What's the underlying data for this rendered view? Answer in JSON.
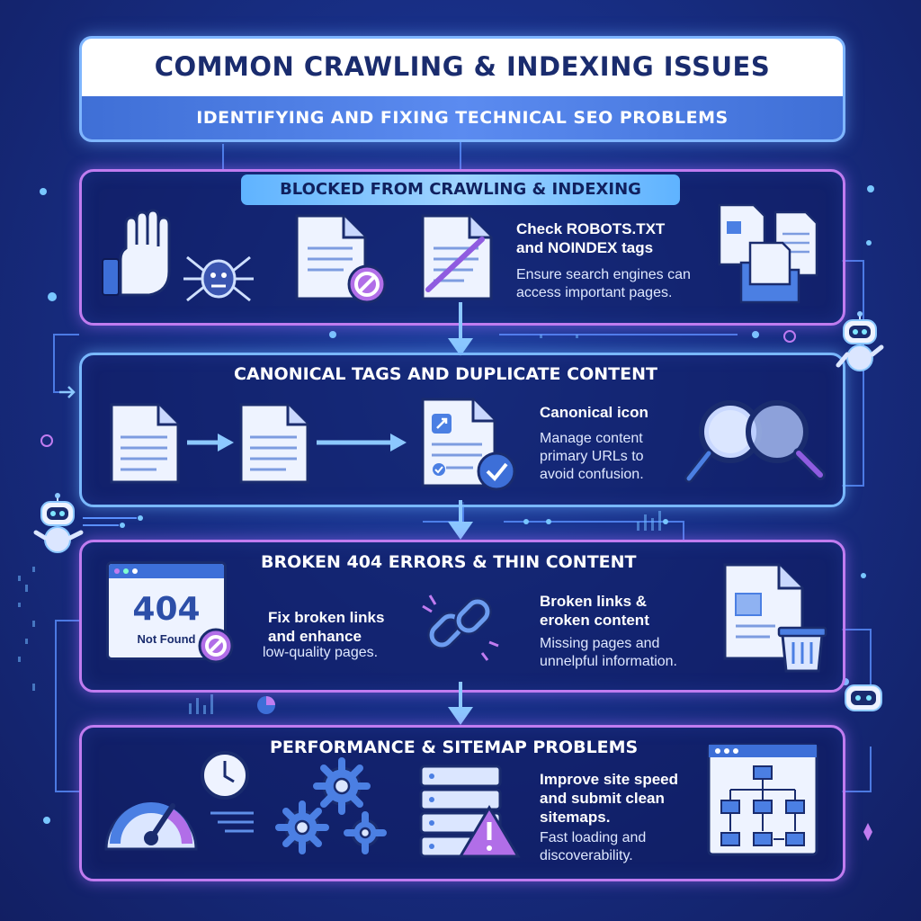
{
  "header": {
    "title": "COMMON CRAWLING & INDEXING ISSUES",
    "subtitle": "IDENTIFYING AND FIXING TECHNICAL SEO PROBLEMS"
  },
  "sections": [
    {
      "title": "BLOCKED FROM CRAWLING & INDEXING",
      "heading": [
        "Check ROBOTS.TXT",
        "and NOINDEX tags"
      ],
      "body": [
        "Ensure search engines can",
        "access important pages."
      ]
    },
    {
      "title": "CANONICAL TAGS AND DUPLICATE CONTENT",
      "heading": [
        "Canonical icon"
      ],
      "body": [
        "Manage content",
        "primary URLs to",
        "avoid confusion."
      ]
    },
    {
      "title": "BROKEN 404 ERRORS & THIN CONTENT",
      "fix_heading": [
        "Fix broken links",
        "and enhance"
      ],
      "fix_body": "low-quality pages.",
      "heading": [
        "Broken links &",
        "eroken content"
      ],
      "body": [
        "Missing pages and",
        "unnelpful information."
      ],
      "error_code": "404",
      "error_label": "Not Found"
    },
    {
      "title": "PERFORMANCE & SITEMAP PROBLEMS",
      "heading": [
        "Improve site speed",
        "and submit clean",
        "sitemaps."
      ],
      "body": [
        "Fast loading and",
        "discoverability."
      ]
    }
  ],
  "colors": {
    "background": "#182f86",
    "accent_blue": "#79b8ff",
    "accent_purple": "#c07cf0",
    "icon_fill": "#4b7fe3"
  }
}
